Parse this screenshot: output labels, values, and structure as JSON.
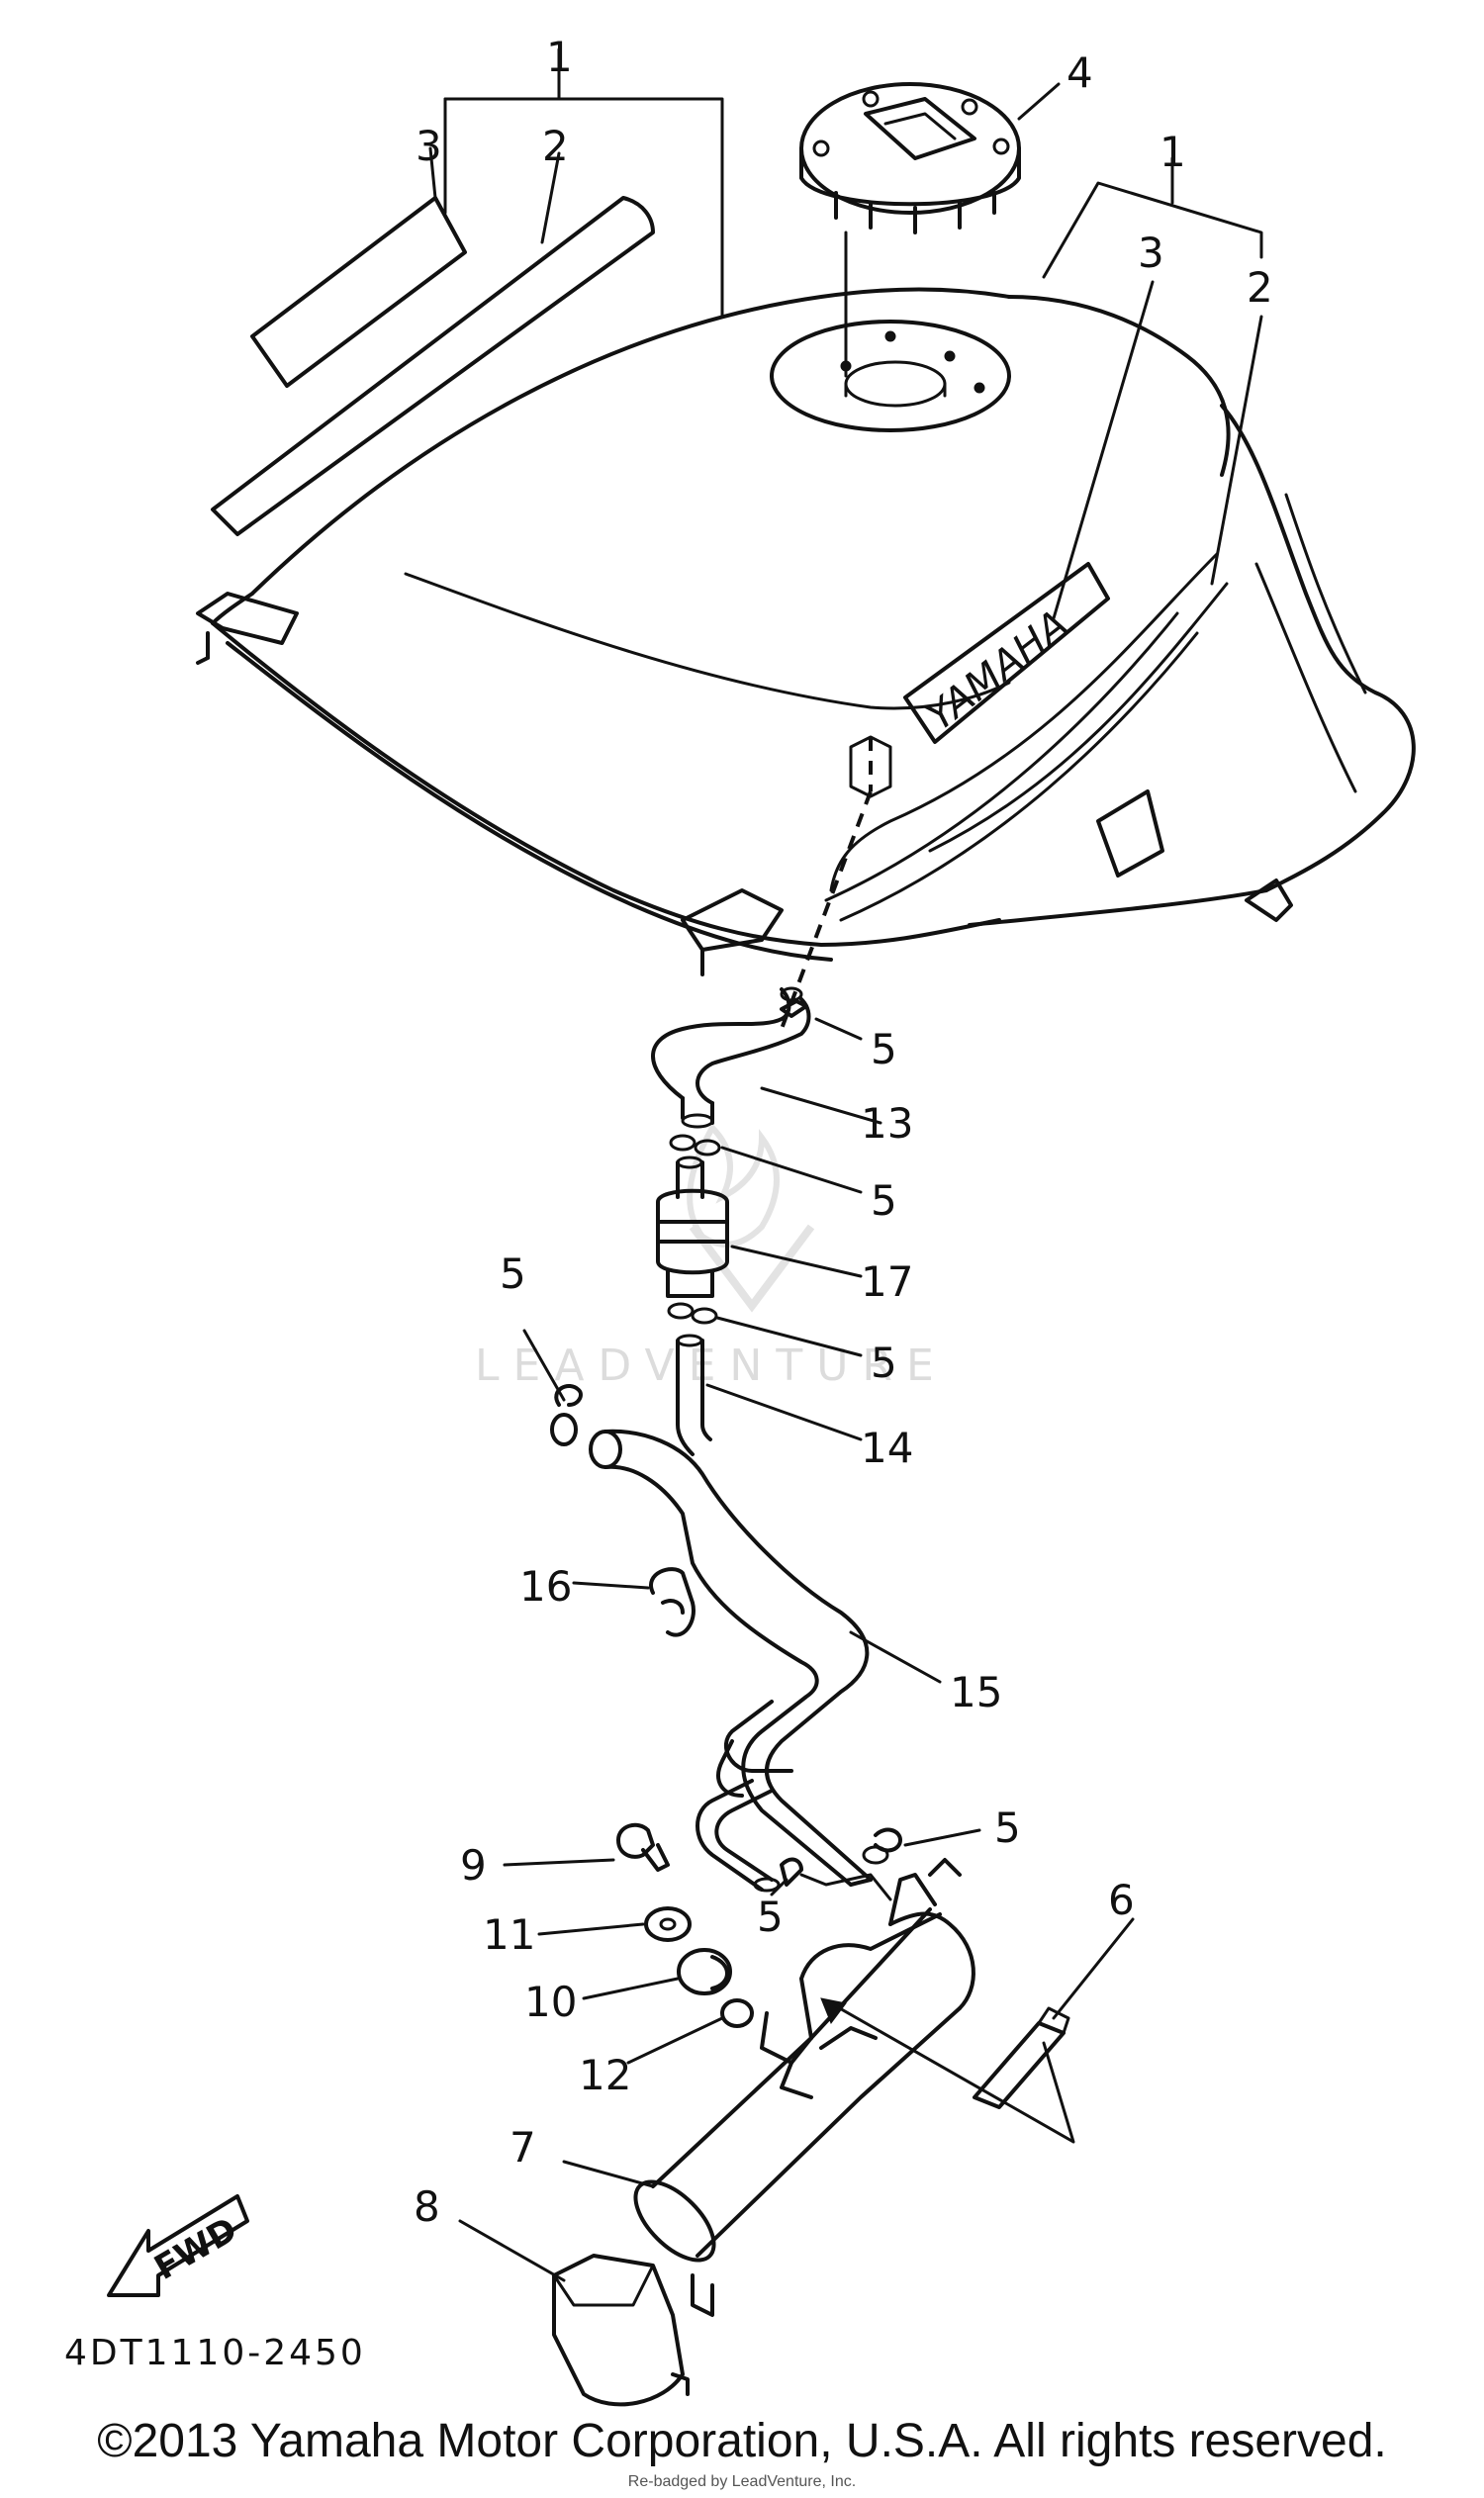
{
  "callouts": {
    "c1a": "1",
    "c2a": "2",
    "c3a": "3",
    "c4": "4",
    "c1b": "1",
    "c3b": "3",
    "c2b": "2",
    "c5a": "5",
    "c13": "13",
    "c5b": "5",
    "c17": "17",
    "c5c": "5",
    "c5d": "5",
    "c14": "14",
    "c16": "16",
    "c15": "15",
    "c9": "9",
    "c5e": "5",
    "c5f": "5",
    "c6": "6",
    "c11": "11",
    "c10": "10",
    "c12": "12",
    "c7": "7",
    "c8": "8"
  },
  "tank_logo": "YAMAHA",
  "fwd_label": "FWD",
  "diagram_code": "4DT1110-2450",
  "watermark": "LEADVENTURE",
  "copyright": "©2013 Yamaha Motor Corporation, U.S.A. All rights reserved.",
  "subnote": "Re-badged by LeadVenture, Inc."
}
